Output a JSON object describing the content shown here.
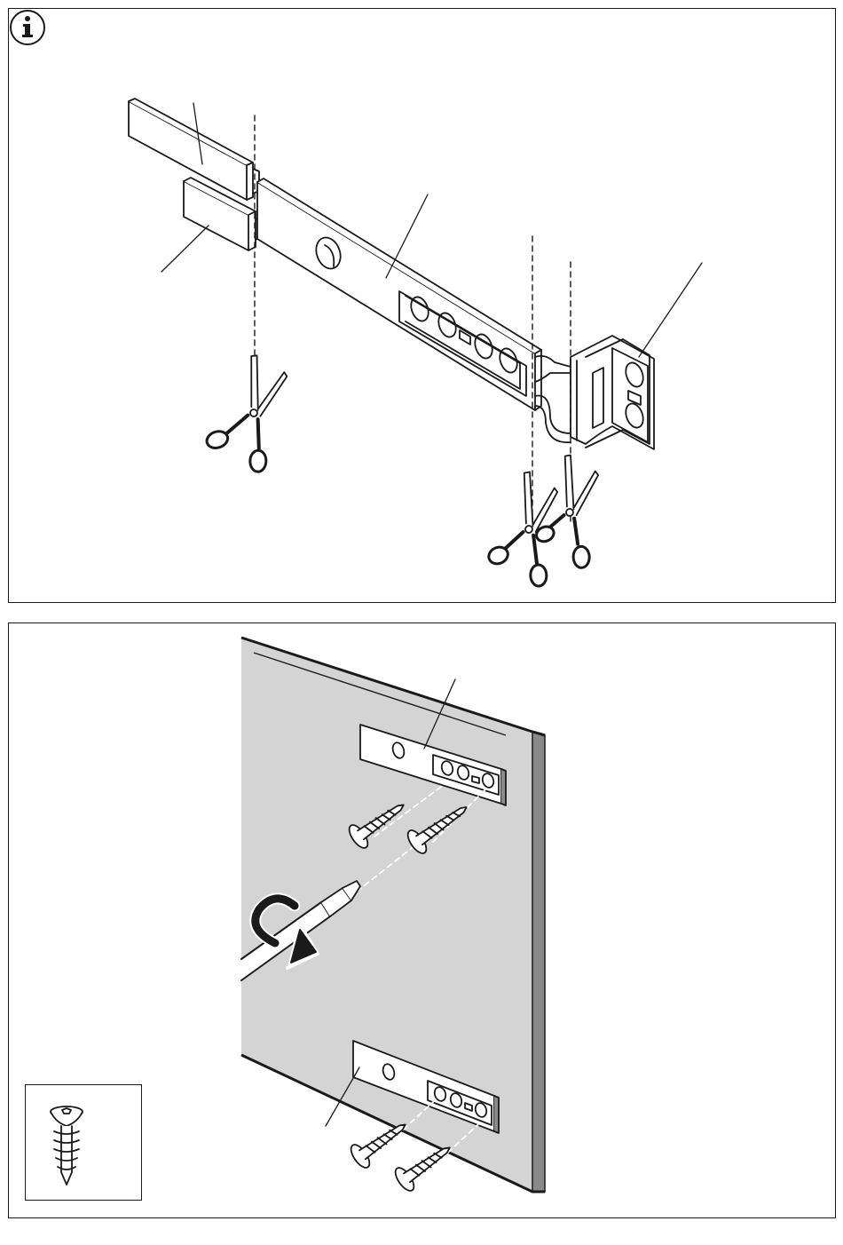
{
  "document": {
    "steps": [
      {
        "id": "trim-rail",
        "note_icon": "info-icon",
        "parts": [
          "end-cap-upper",
          "end-cap-lower",
          "mounting-rail",
          "hinge-bracket"
        ],
        "tool": "scissors-icon",
        "cut_lines": 3
      },
      {
        "id": "attach-to-door",
        "parts": [
          "door-panel",
          "upper-rail",
          "lower-rail",
          "screws",
          "screwdriver"
        ],
        "hardware_icon": "wood-screw-icon"
      }
    ],
    "colors": {
      "line": "#1a1a1a",
      "panel_fill": "#d4d4d4",
      "panel_edge": "#8a8a8a",
      "background": "#ffffff"
    }
  }
}
